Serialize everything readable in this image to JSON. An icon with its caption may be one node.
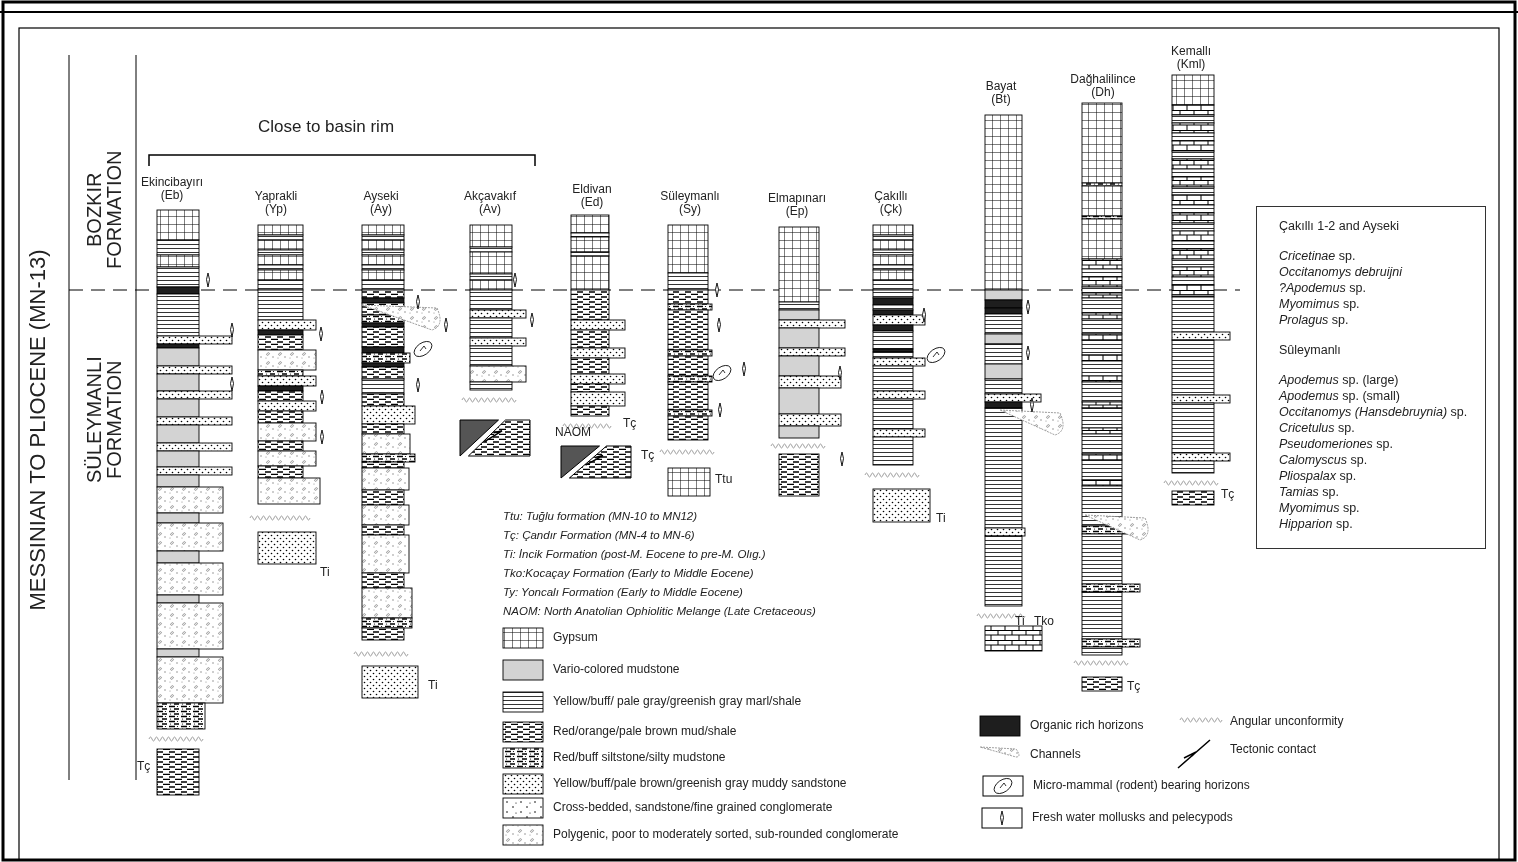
{
  "diagram": {
    "nodes": [
      {
        "text": [
          "Çakıllı 1-2 and Ayseki",
          "*Cricetinae* sp.",
          "*Occitanomys debruijni*",
          "*?Apodemus* sp.",
          "*Myomimus* sp.",
          "*Prolagus* sp.",
          "Sûleymanlı",
          "*Apodemus* sp. (large)",
          "*Apodemus* sp. (small)",
          "*Occitanomys (Hansdebruynia)* sp.",
          "*Cricetulus* sp.",
          "*Pseudomeriones* sp.",
          "*Calomyscus* sp.",
          "*Pliospalax* sp.",
          "*Tamias* sp.",
          "*Myomimus* sp.",
          "*Hipparion* sp."
        ]
      }
    ],
    "labels": [
      "MESSINIAN TO PLIOCENE (MN-13)",
      "BOZKIR FORMATION",
      "SÜLEYMANLI FORMATION",
      "Close to basin rim",
      "Ekincibayırı (Eb)",
      "Yaprakli (Yp)",
      "Ayseki (Ay)",
      "Akçavakıf (Av)",
      "Eldivan (Ed)",
      "Süleymanlı (Sy)",
      "Elmapınarı (Ep)",
      "Çakıllı (Çk)",
      "Bayat (Bt)",
      "Dağhalilince (Dh)",
      "Kemallı (Kml)",
      "NAOM",
      "Tç",
      "Tç",
      "Ttu",
      "Ti",
      "Ti",
      "Tko",
      "Ti",
      "Tç",
      "Tç",
      "Ti",
      "Tç",
      "Ttu: Tuğlu formation (MN-10 to MN12)",
      "Tç: Çandır Formation (MN-4 to MN-6)",
      "Ti: İncik Formation (post-M. Eocene to pre-M. Olıg.)",
      "Tko:Kocaçay Formation (Early to Middle Eocene)",
      "Ty: Yoncalı Formation (Early to Middle Eocene)",
      "NAOM: North Anatolian Ophiolitic Melange (Late Cretaceous)"
    ],
    "legend": [
      {
        "text": "Gypsum"
      },
      {
        "text": "Vario-colored mudstone",
        "color": "#d3d3d3"
      },
      {
        "text": "Yellow/buff/ pale gray/greenish gray marl/shale"
      },
      {
        "text": "Red/orange/pale brown mud/shale"
      },
      {
        "text": "Red/buff siltstone/silty mudstone"
      },
      {
        "text": "Yellow/buff/pale brown/greenish gray muddy sandstone"
      },
      {
        "text": "Cross-bedded, sandstone/fine grained conglomerate"
      },
      {
        "text": "Polygenic, poor to moderately sorted, sub-rounded conglomerate"
      },
      {
        "text": "Organic  rich horizons",
        "color": "#1e1e1e"
      },
      {
        "text": "Angular unconformity"
      },
      {
        "text": "Channels"
      },
      {
        "text": "Tectonic contact"
      },
      {
        "text": "Micro-mammal (rodent) bearing horizons"
      },
      {
        "text": "Fresh water mollusks and pelecypods"
      }
    ]
  }
}
